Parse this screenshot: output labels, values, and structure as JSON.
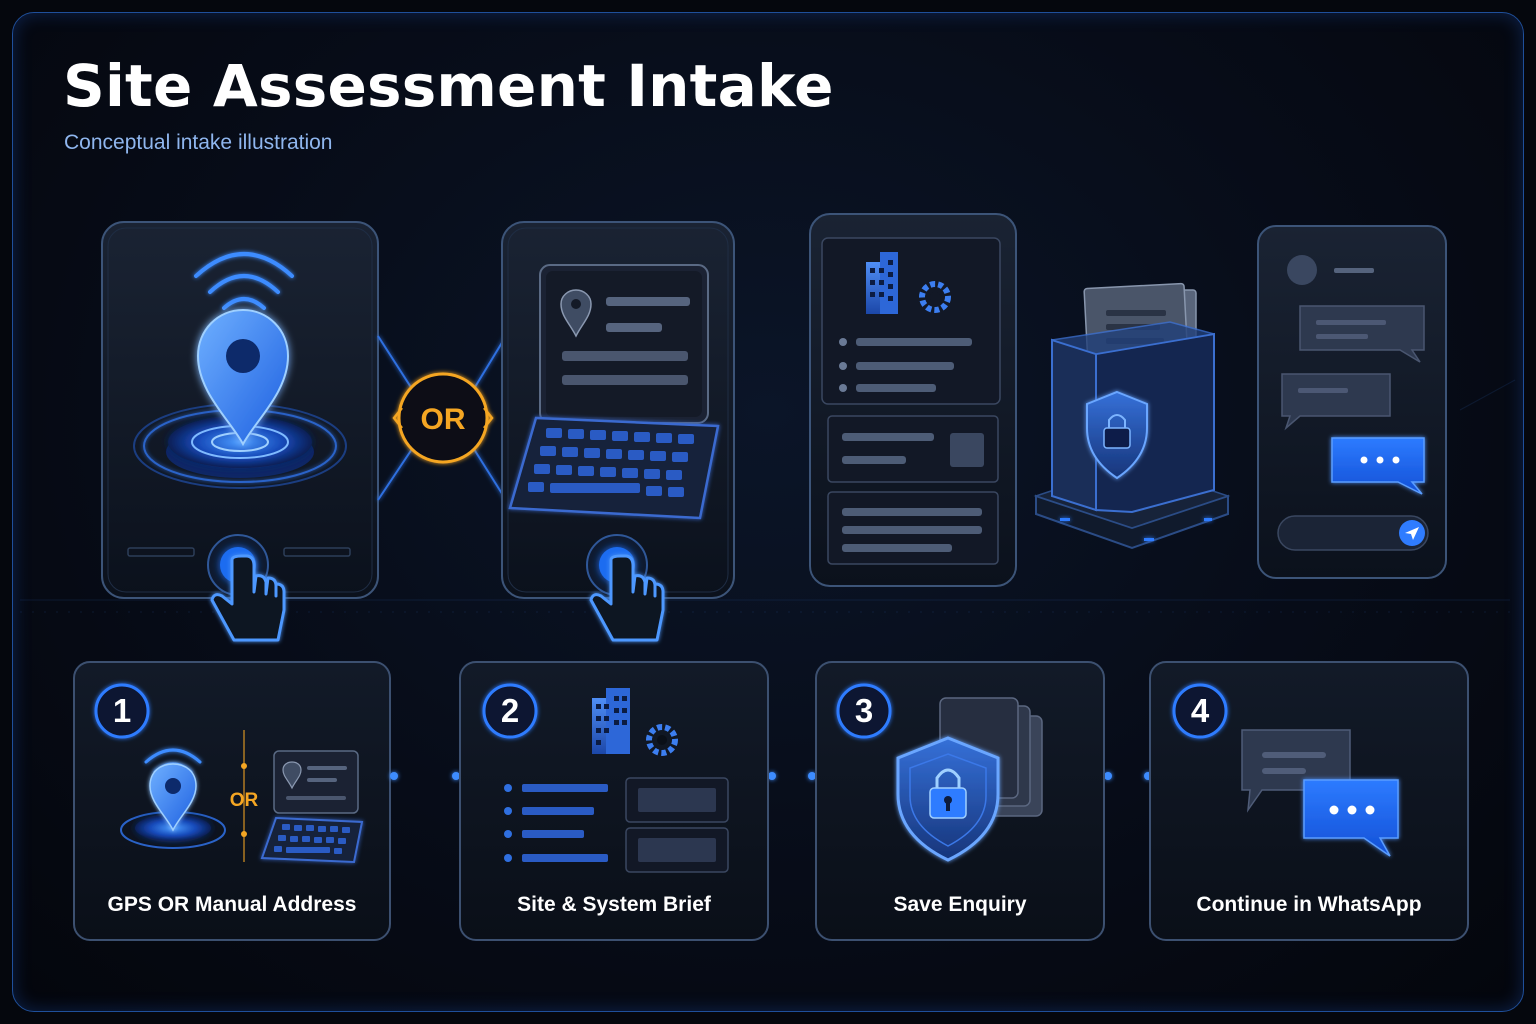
{
  "header": {
    "title": "Site Assessment Intake",
    "subtitle": "Conceptual intake illustration"
  },
  "top_flow": {
    "or_badge": "OR"
  },
  "steps": [
    {
      "number": "1",
      "label": "GPS OR Manual Address",
      "or_text": "OR"
    },
    {
      "number": "2",
      "label": "Site & System Brief"
    },
    {
      "number": "3",
      "label": "Save Enquiry"
    },
    {
      "number": "4",
      "label": "Continue in WhatsApp"
    }
  ],
  "colors": {
    "accent_blue": "#2f7cff",
    "or_orange": "#f5a623",
    "panel_border": "#3b5070",
    "background": "#05070d"
  }
}
